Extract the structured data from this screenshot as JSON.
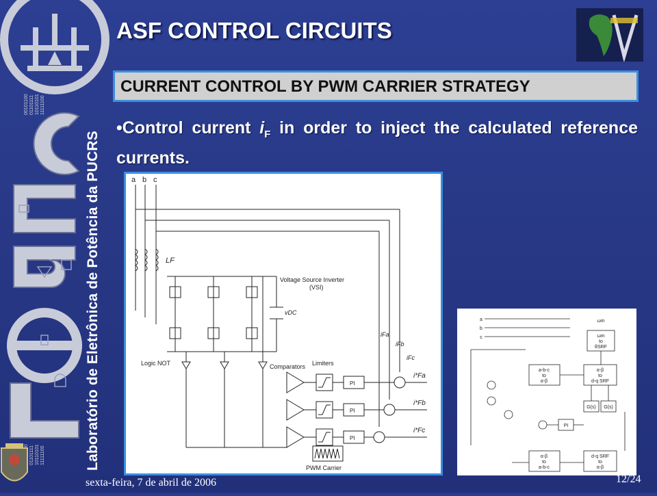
{
  "title": "ASF CONTROL CIRCUITS",
  "subtitle": "CURRENT CONTROL BY PWM CARRIER STRATEGY",
  "bullet": {
    "before": "•Control current ",
    "symbol": "i",
    "subscript": "F",
    "after": " in order to inject the calculated reference currents."
  },
  "sidebar": {
    "logo_text": "LEPUC",
    "lab_name": "Laboratório de Eletrônica de Potência da PUCRS"
  },
  "footer": {
    "date": "sexta-feira, 7 de abril de 2006",
    "page": "12/24"
  },
  "main_figure": {
    "phases": [
      "a",
      "b",
      "c"
    ],
    "inductor_label": "LF",
    "vsi_label": "Voltage Source Inverter",
    "vsi_abbrev": "(VSI)",
    "vdc_label": "vDC",
    "logic_not": "Logic NOT",
    "comparators": "Comparators",
    "limiters": "Limiters",
    "pi": "PI",
    "pwm_carrier": "PWM Carrier",
    "currents": [
      "iFa",
      "iFb",
      "iFc"
    ],
    "refs": [
      "i*Fa",
      "i*Fb",
      "i*Fc"
    ]
  },
  "small_figure": {
    "phases": [
      "a",
      "b",
      "c"
    ],
    "abc_ab": [
      "a-b-c",
      "to",
      "α-β"
    ],
    "ab_dq": [
      "α-β",
      "to",
      "d-q SRF"
    ],
    "dq_ab": [
      "d-q SRF",
      "to",
      "α-β"
    ],
    "ab_abc": [
      "α-β",
      "to",
      "a-b-c"
    ],
    "omega_block": [
      "ωm",
      "to",
      "θSRF"
    ],
    "gs": "G(s)",
    "pi": "PI",
    "omega": "ωm"
  },
  "colors": {
    "background": "#2a3a8c",
    "subtitle_border": "#3b8fe0",
    "subtitle_fill": "#d0d0d0"
  }
}
